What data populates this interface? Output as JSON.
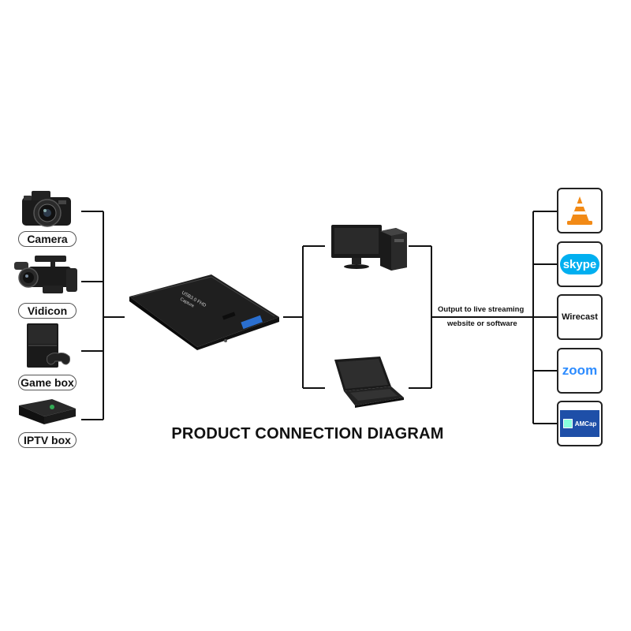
{
  "title": "PRODUCT CONNECTION DIAGRAM",
  "inputs": [
    {
      "label": "Camera",
      "icon": "camera-icon"
    },
    {
      "label": "Vidicon",
      "icon": "camcorder-icon"
    },
    {
      "label": "Game box",
      "icon": "game-console-icon"
    },
    {
      "label": "IPTV box",
      "icon": "iptv-box-icon"
    }
  ],
  "capture_device": {
    "label_line1": "USB3.0 FHD",
    "label_line2": "Capture",
    "icon": "capture-card-icon"
  },
  "computers": [
    {
      "icon": "desktop-computer-icon"
    },
    {
      "icon": "laptop-icon"
    }
  ],
  "output_caption": {
    "line1": "Output to live streaming",
    "line2": "website or software"
  },
  "apps": [
    {
      "icon": "vlc-icon",
      "text": ""
    },
    {
      "icon": "skype-icon",
      "text": "skype"
    },
    {
      "icon": "wirecast-icon",
      "text": "Wirecast"
    },
    {
      "icon": "zoom-icon",
      "text": "zoom"
    },
    {
      "icon": "amcap-icon",
      "text": "AMCap"
    }
  ],
  "colors": {
    "line": "#111111",
    "device_body": "#1a1a1a",
    "skype_blue": "#00aff0",
    "zoom_blue": "#2d8cff",
    "vlc_orange": "#f28a16",
    "amcap_blue": "#1e4fa8"
  }
}
